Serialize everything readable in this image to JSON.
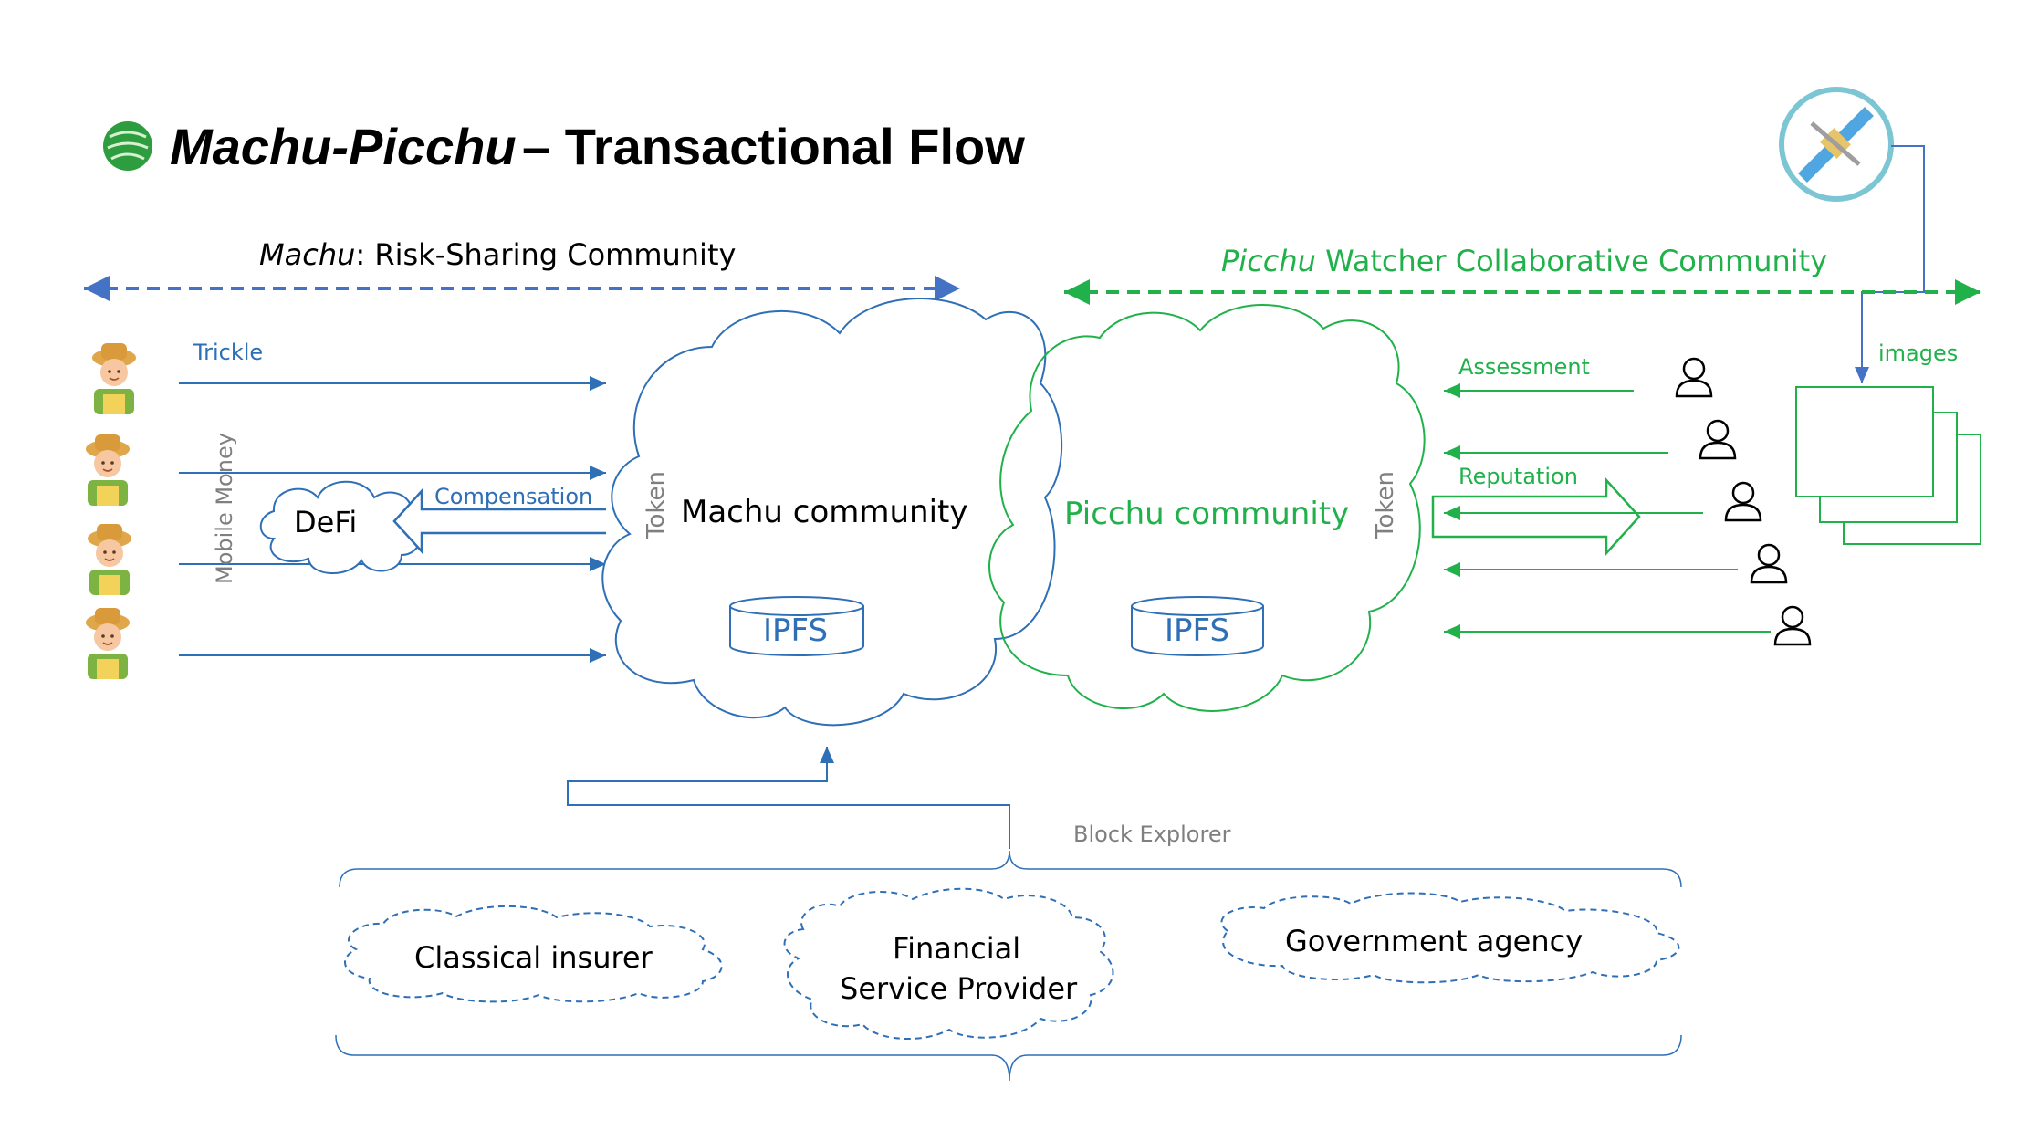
{
  "title": {
    "italic": "Machu-Picchu",
    "rest": " – Transactional Flow"
  },
  "machu_band": {
    "italic": "Machu",
    "rest": ": Risk-Sharing Community"
  },
  "picchu_band": {
    "italic": "Picchu",
    "rest": "  Watcher Collaborative Community"
  },
  "labels": {
    "trickle": "Trickle",
    "mobile_money": "Mobile Money",
    "compensation": "Compensation",
    "defi": "DeFi",
    "token_left": "Token",
    "token_right": "Token",
    "machu_community": "Machu community",
    "picchu_community": "Picchu community",
    "ipfs_left": "IPFS",
    "ipfs_right": "IPFS",
    "assessment": "Assessment",
    "reputation": "Reputation",
    "images": "images",
    "block_explorer": "Block Explorer"
  },
  "stakeholders": {
    "classical_insurer": "Classical insurer",
    "fsp_line1": "Financial",
    "fsp_line2": "Service Provider",
    "government": "Government agency"
  },
  "colors": {
    "machu_blue": "#2e6fb6",
    "band_blue": "#4472c4",
    "picchu_green": "#21b14b",
    "gray_text": "#7f7f7f",
    "teal_circle": "#7cc6d3"
  },
  "icons": [
    "logo-icon",
    "satellite-icon",
    "farmer-icon",
    "watcher-user-icon",
    "database-icon",
    "image-stack-icon"
  ]
}
